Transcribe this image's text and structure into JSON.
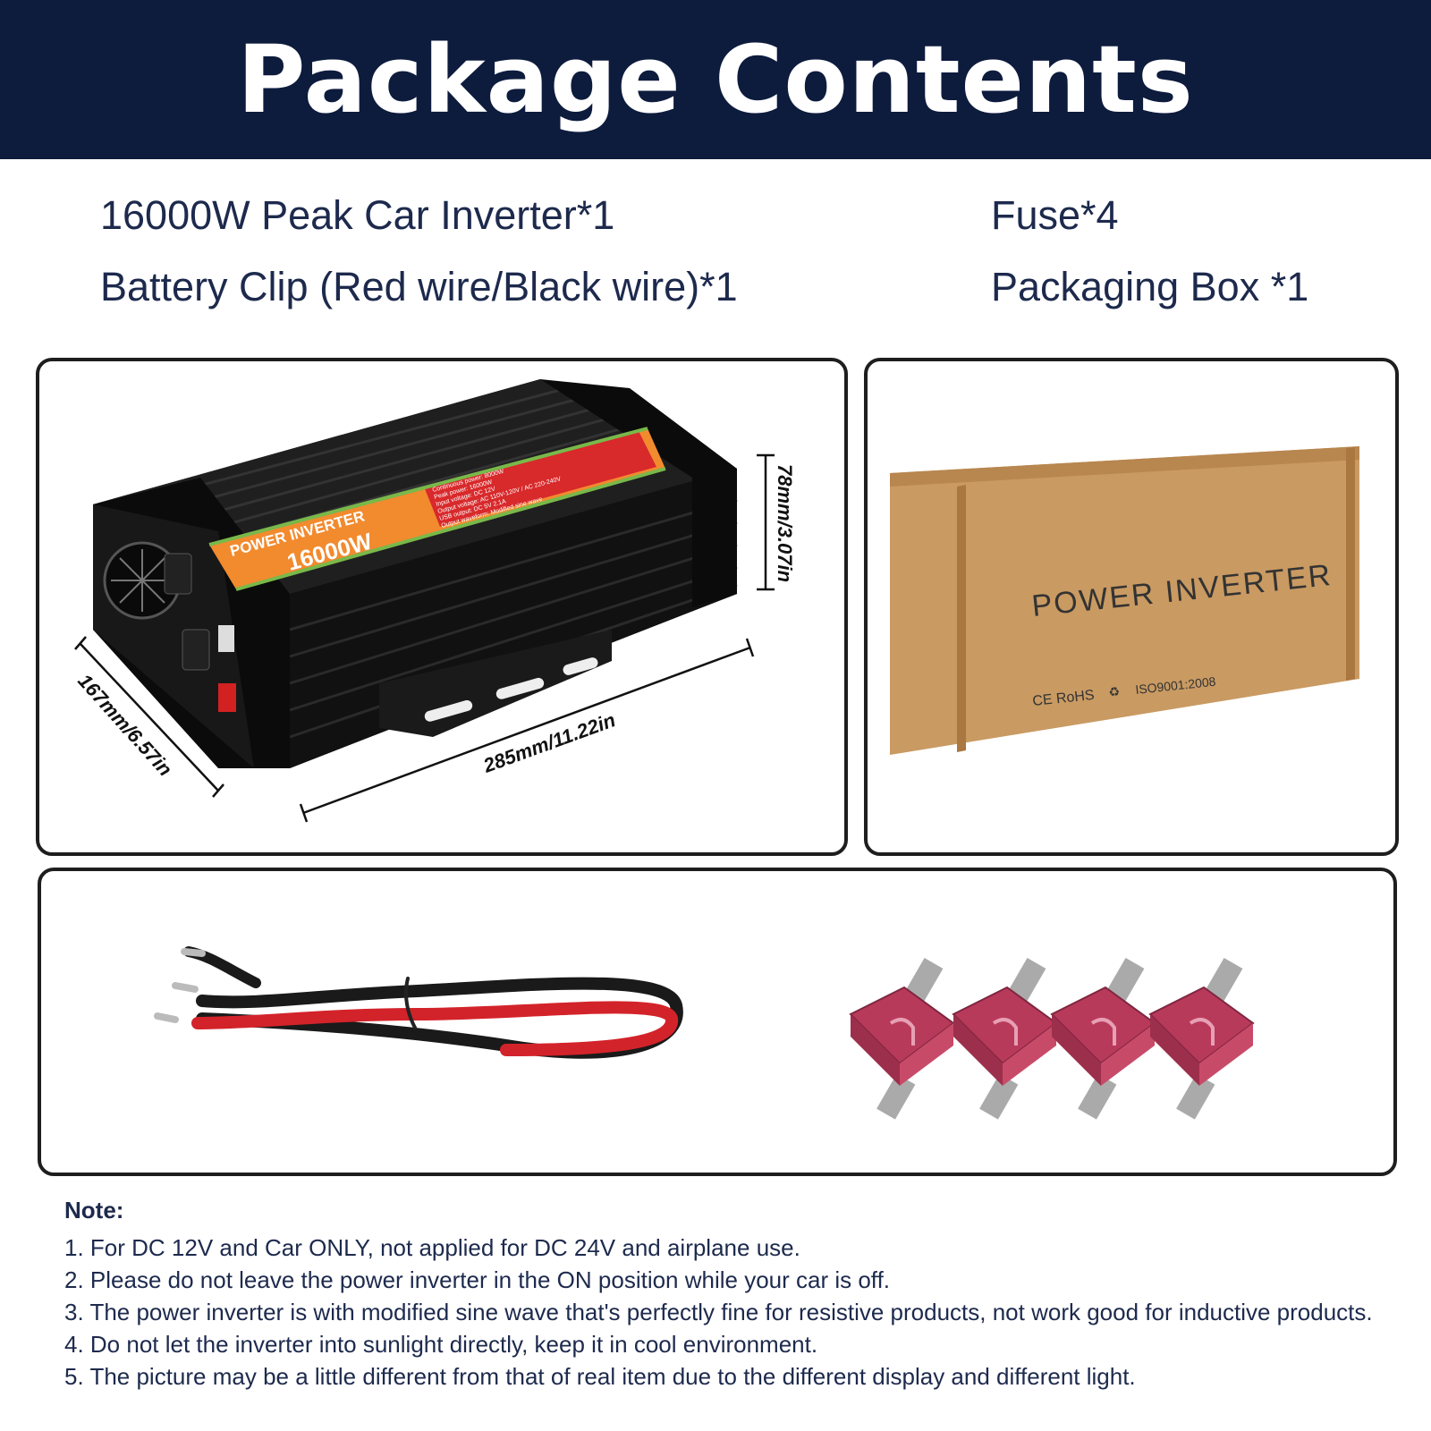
{
  "header": {
    "title": "Package Contents"
  },
  "contents": {
    "items": [
      "16000W Peak Car Inverter*1",
      "Battery Clip (Red wire/Black wire)*1",
      "Fuse*4",
      "Packaging Box *1"
    ]
  },
  "inverter": {
    "label_line1": "POWER INVERTER",
    "label_line2": "16000W",
    "spec_lines": [
      "Continuous power: 8000W",
      "Peak power: 16000W",
      "Input voltage: DC 12V",
      "Output voltage: AC 110V-120V / AC 220-240V",
      "USB output: DC 5V 2.1A",
      "Output waveform: Modified sine wave"
    ],
    "dim_height": "78mm/3.07in",
    "dim_width": "167mm/6.57in",
    "dim_length": "285mm/11.22in"
  },
  "box": {
    "label": "POWER INVERTER",
    "marks": "CE RoHS",
    "iso": "ISO9001:2008"
  },
  "note": {
    "title": "Note:",
    "lines": [
      "1. For DC 12V and Car ONLY, not applied for DC 24V and airplane use.",
      "2. Please do not leave the power inverter in the ON position while your car is off.",
      "3. The power inverter is with modified sine wave that's perfectly fine for resistive products, not work good for inductive products.",
      "4. Do not let the inverter into sunlight directly, keep it in cool environment.",
      "5. The picture may be a little different from that of real item due to the different display and different light."
    ]
  },
  "colors": {
    "header_bg": "#0d1b3d",
    "text": "#1d2a4d",
    "label_orange": "#f28a2e",
    "label_red": "#d8292b",
    "cardboard": "#c99a62",
    "wire_red": "#d3232a",
    "fuse_pink": "#b83a5a"
  }
}
